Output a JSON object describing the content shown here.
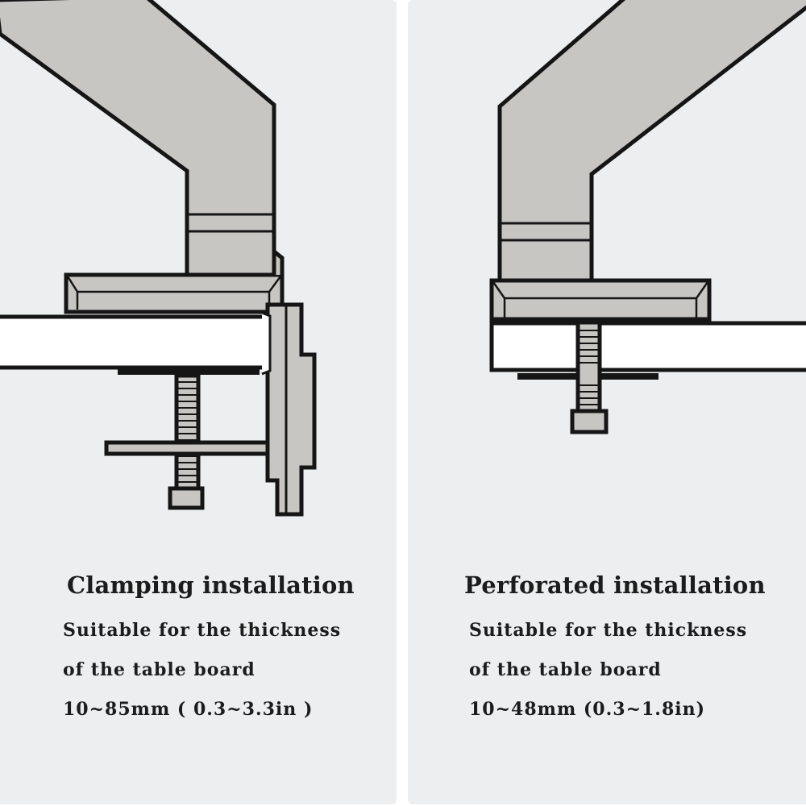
{
  "left": {
    "title": "Clamping installation",
    "line1": "Suitable for the thickness",
    "line2": "of the table board",
    "line3": "10~85mm ( 0.3~3.3in )"
  },
  "right": {
    "title": "Perforated installation",
    "line1": "Suitable for the thickness",
    "line2": "of the table board",
    "line3": "10~48mm (0.3~1.8in)"
  },
  "colors": {
    "panel_background": "#edeef0",
    "mount_fill": "#c8c6c3",
    "outline": "#151515",
    "table_fill": "#ffffff"
  }
}
